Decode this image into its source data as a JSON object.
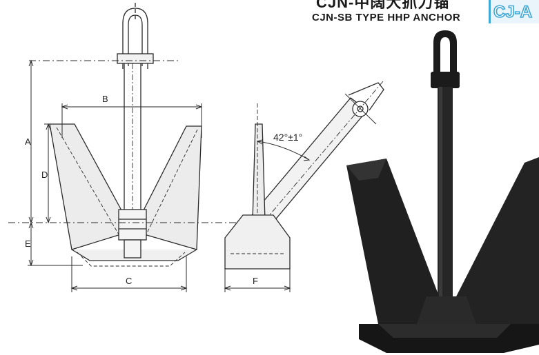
{
  "header": {
    "title_cn": "CJN-中阔大抓力锚",
    "title_en": "CJN-SB TYPE HHP ANCHOR",
    "logo_text": "CJ-A"
  },
  "drawing": {
    "dimensions": {
      "a": "A",
      "b": "B",
      "c": "C",
      "d": "D",
      "e": "E",
      "f": "F"
    },
    "angle": "42°±1°"
  },
  "colors": {
    "line": "#2a2a2a",
    "fill": "#e6e6e6",
    "photo_dark": "#1b1b1b",
    "logo_blue": "#3fa7d6"
  }
}
